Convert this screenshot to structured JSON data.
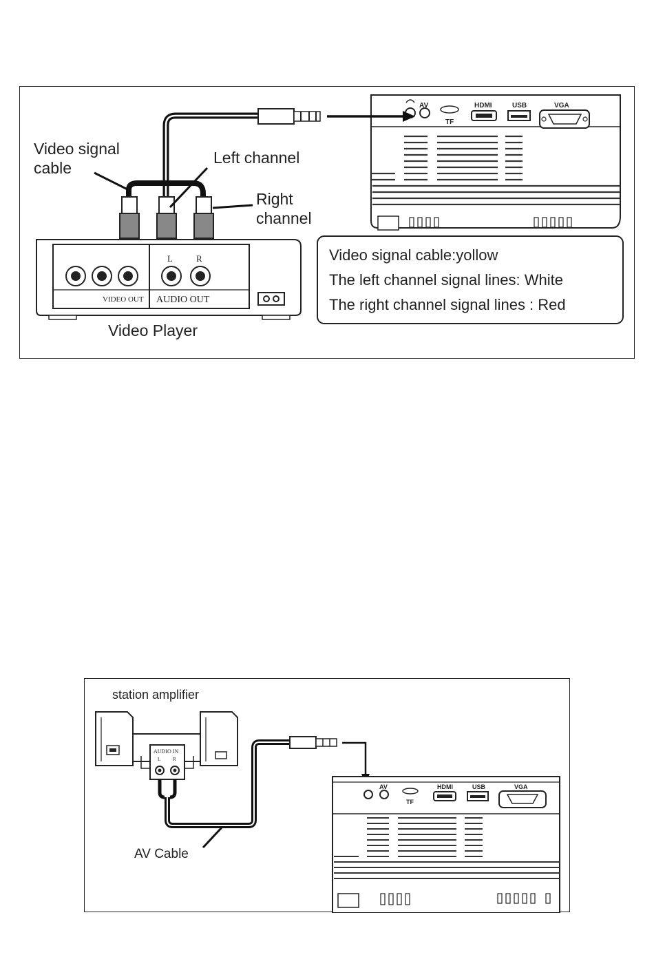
{
  "figure1": {
    "labels": {
      "video_signal_cable_line1": "Video signal",
      "video_signal_cable_line2": "cable",
      "left_channel": "Left channel",
      "right_channel_line1": "Right",
      "right_channel_line2": "channel",
      "video_player": "Video Player",
      "video_out": "VIDEO OUT",
      "audio_out": "AUDIO OUT",
      "jack_l": "L",
      "jack_r": "R"
    },
    "ports": {
      "av": "AV",
      "tf": "TF",
      "hdmi": "HDMI",
      "usb": "USB",
      "vga": "VGA"
    },
    "legend": [
      "Video signal cable:yollow",
      "The left channel signal lines: White",
      "The right channel signal lines : Red"
    ]
  },
  "figure2": {
    "labels": {
      "station_amplifier": "station amplifier",
      "audio_in": "AUDIO IN",
      "jack_l": "L",
      "jack_r": "R",
      "av_cable": "AV Cable"
    },
    "ports": {
      "av": "AV",
      "tf": "TF",
      "hdmi": "HDMI",
      "usb": "USB",
      "vga": "VGA"
    }
  }
}
